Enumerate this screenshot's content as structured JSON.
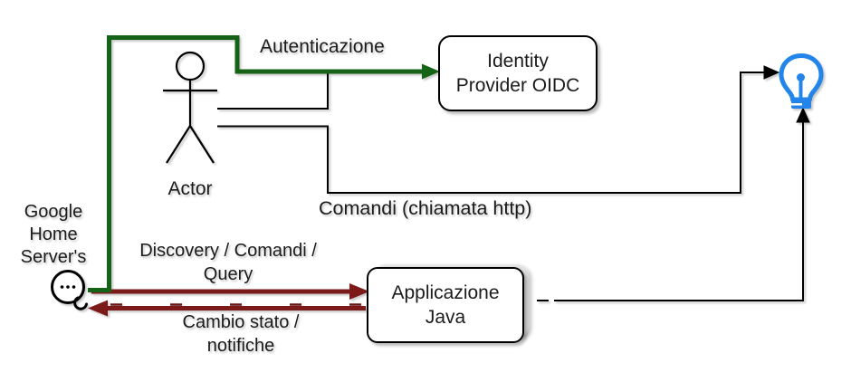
{
  "diagram": {
    "labels": {
      "autenticazione": "Autenticazione",
      "actor": "Actor",
      "comandi_http": "Comandi (chiamata http)",
      "google_home": "Google\nHome\nServer's",
      "discovery": "Discovery  / Comandi /\nQuery",
      "cambio_stato": "Cambio stato /\nnotifiche"
    },
    "nodes": {
      "identity_provider": "Identity\nProvider OIDC",
      "applicazione_java": "Applicazione\nJava"
    },
    "colors": {
      "auth_flow_green": "#156317",
      "home_flow_red": "#7c1a1a",
      "return_dash_red": "#6a1616",
      "bulb_blue": "#2385ea",
      "line_black": "#000000"
    },
    "icons": {
      "actor": "stick-figure-icon",
      "google_home": "speech-bubble-ellipsis-icon",
      "idea": "light-bulb-icon"
    }
  }
}
